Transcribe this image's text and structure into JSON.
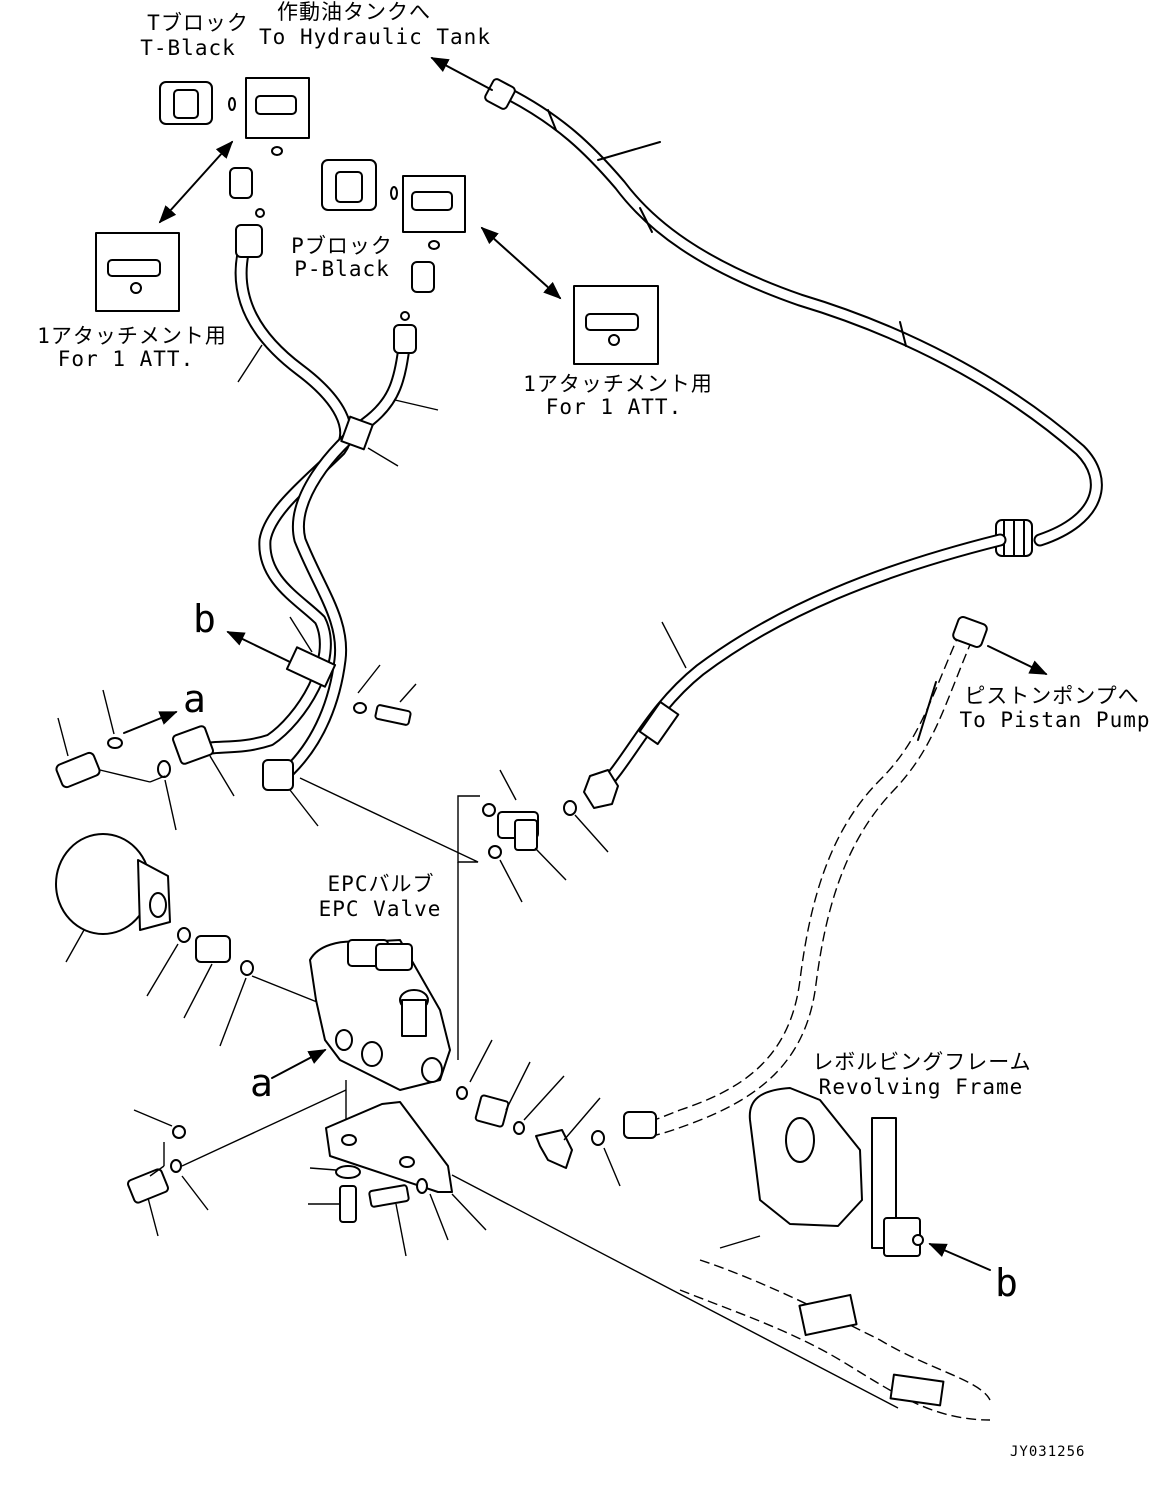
{
  "labels": {
    "t_block_jp": "Tブロック",
    "t_block_en": "T-Black",
    "tank_jp": "作動油タンクへ",
    "tank_en": "To Hydraulic Tank",
    "p_block_jp": "Pブロック",
    "p_block_en": "P-Black",
    "att1_left_jp": "1アタッチメント用",
    "att1_left_en": "For 1 ATT.",
    "att1_right_jp": "1アタッチメント用",
    "att1_right_en": "For 1 ATT.",
    "b_upper": "b",
    "a_upper": "a",
    "pump_jp": "ピストンポンプへ",
    "pump_en": "To Pistan Pump",
    "epc_jp": "EPCバルブ",
    "epc_en": "EPC Valve",
    "a_lower": "a",
    "frame_jp": "レボルビングフレーム",
    "frame_en": "Revolving Frame",
    "b_lower": "b",
    "drawing_no": "JY031256"
  }
}
